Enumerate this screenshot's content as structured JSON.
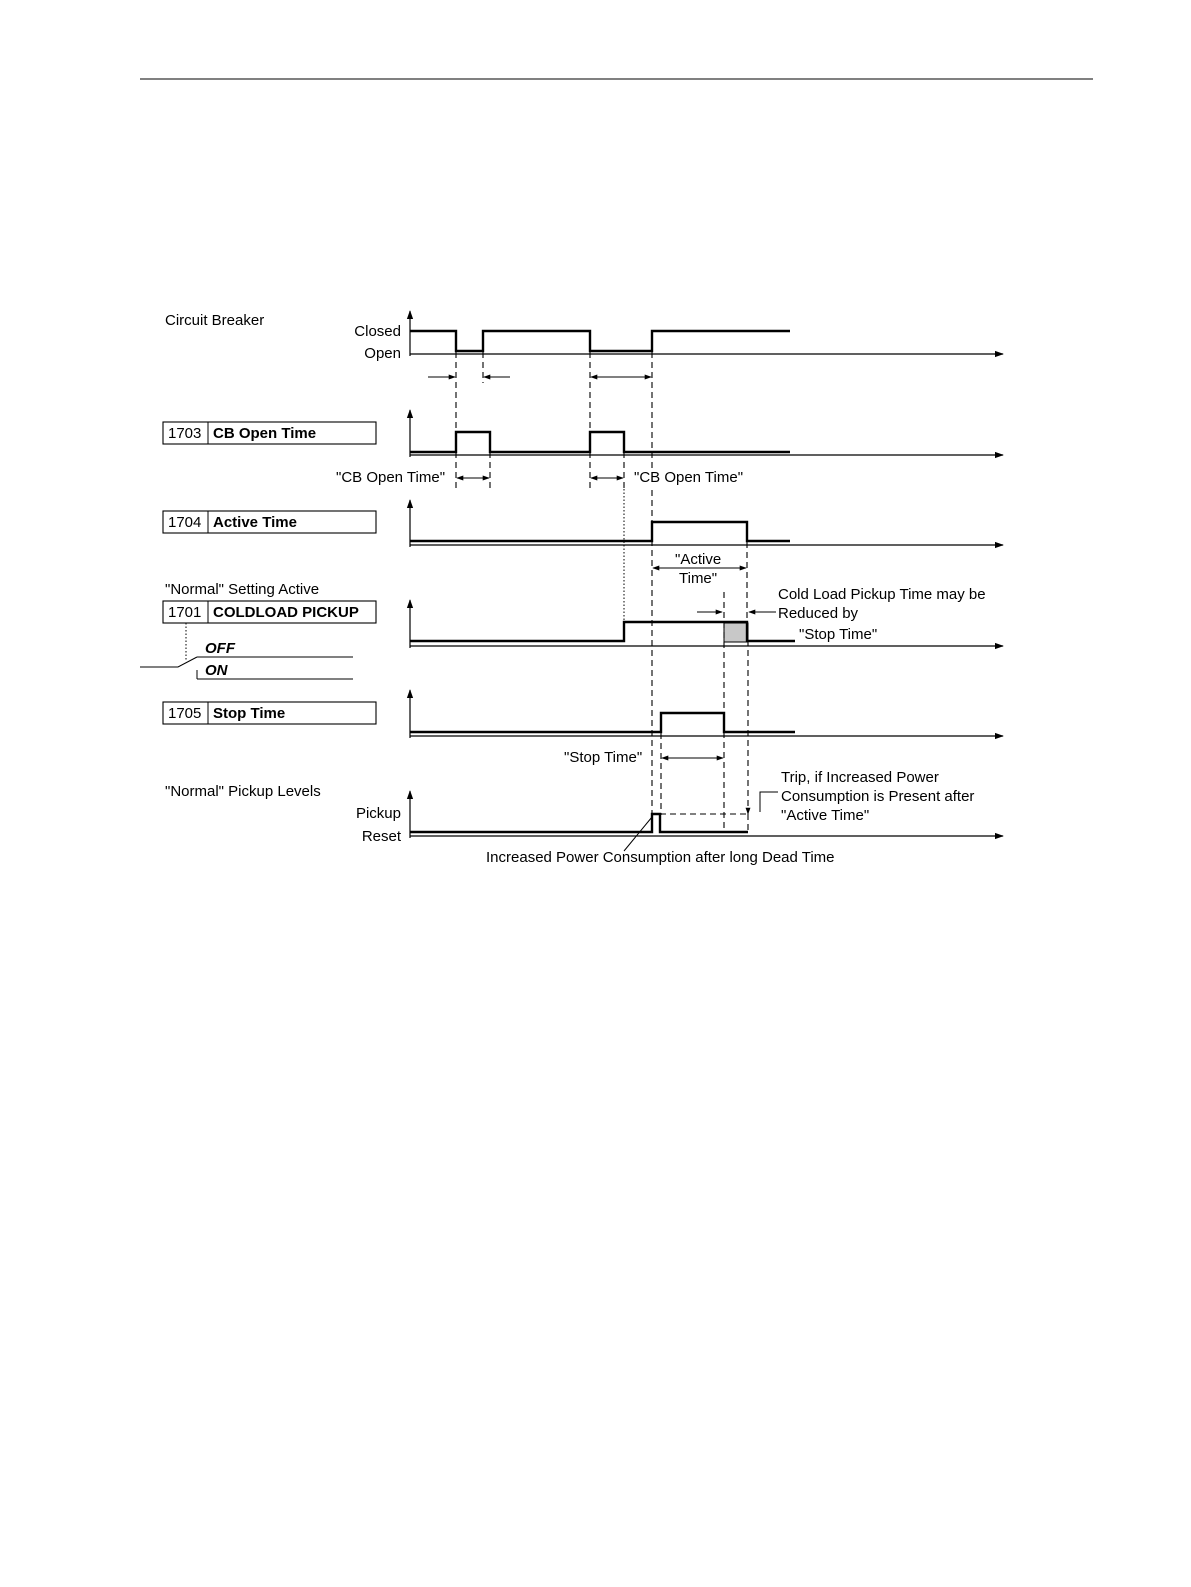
{
  "cb": {
    "title": "Circuit Breaker",
    "closed": "Closed",
    "open": "Open"
  },
  "p1703": {
    "number": "1703",
    "name": "CB Open Time"
  },
  "p1704": {
    "number": "1704",
    "name": "Active Time"
  },
  "p1701": {
    "number": "1701",
    "name": "COLDLOAD PICKUP",
    "off": "OFF",
    "on": "ON"
  },
  "p1705": {
    "number": "1705",
    "name": "Stop Time"
  },
  "normal_setting": "\"Normal\" Setting Active",
  "normal_pickup": "\"Normal\" Pickup Levels",
  "pickup": "Pickup",
  "reset": "Reset",
  "notes": {
    "cb_open_time_1": "\"CB Open Time\"",
    "cb_open_time_2": "\"CB Open Time\"",
    "active_time_1": "\"Active",
    "active_time_2": "Time\"",
    "reduced_1": "Cold Load Pickup Time may be",
    "reduced_2": "Reduced by",
    "reduced_3": "\"Stop Time\"",
    "stop_time": "\"Stop Time\"",
    "trip_1": "Trip, if Increased Power",
    "trip_2": "Consumption is Present after",
    "trip_3": "\"Active Time\"",
    "increased": "Increased Power Consumption after long Dead Time"
  },
  "colors": {
    "shade": "#c8c8c8",
    "line": "#000000"
  }
}
